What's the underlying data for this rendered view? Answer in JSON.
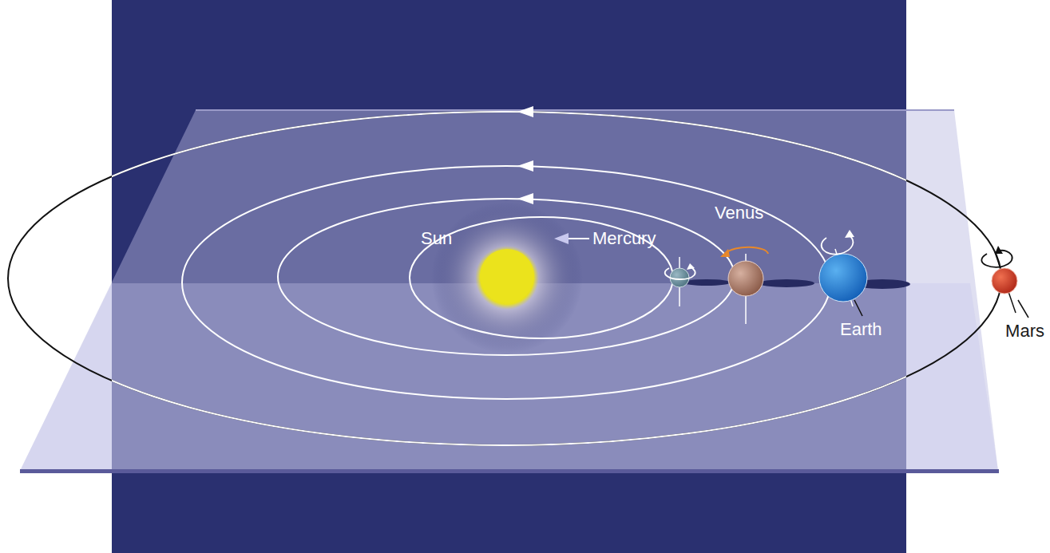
{
  "diagram": {
    "labels": [
      "Sun",
      "Mercury",
      "Venus",
      "Earth",
      "Mars"
    ]
  }
}
